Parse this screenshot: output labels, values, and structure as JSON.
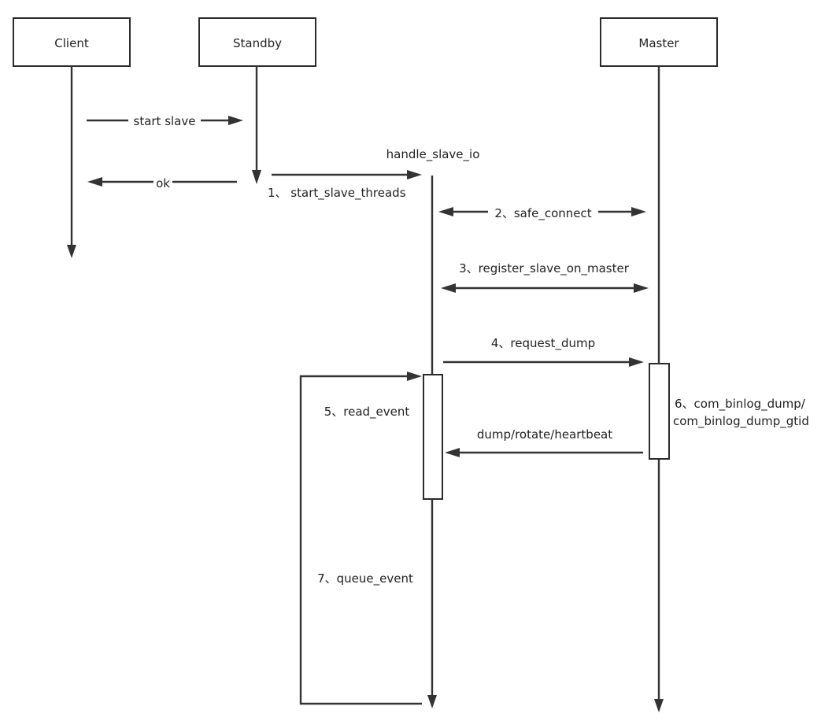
{
  "participants": {
    "client": "Client",
    "standby": "Standby",
    "master": "Master"
  },
  "messages": {
    "start_slave": "start slave",
    "ok": "ok",
    "handle_slave_io": "handle_slave_io",
    "step1": "1、 start_slave_threads",
    "step2": "2、safe_connect",
    "step3": "3、register_slave_on_master",
    "step4": "4、request_dump",
    "step5": "5、read_event",
    "step6_line1": "6、com_binlog_dump/",
    "step6_line2": "com_binlog_dump_gtid",
    "dump_reply": "dump/rotate/heartbeat",
    "step7": "7、queue_event"
  },
  "colors": {
    "line": "#333333",
    "box_border": "#2b2b2b",
    "text": "#222222",
    "background": "#ffffff"
  }
}
